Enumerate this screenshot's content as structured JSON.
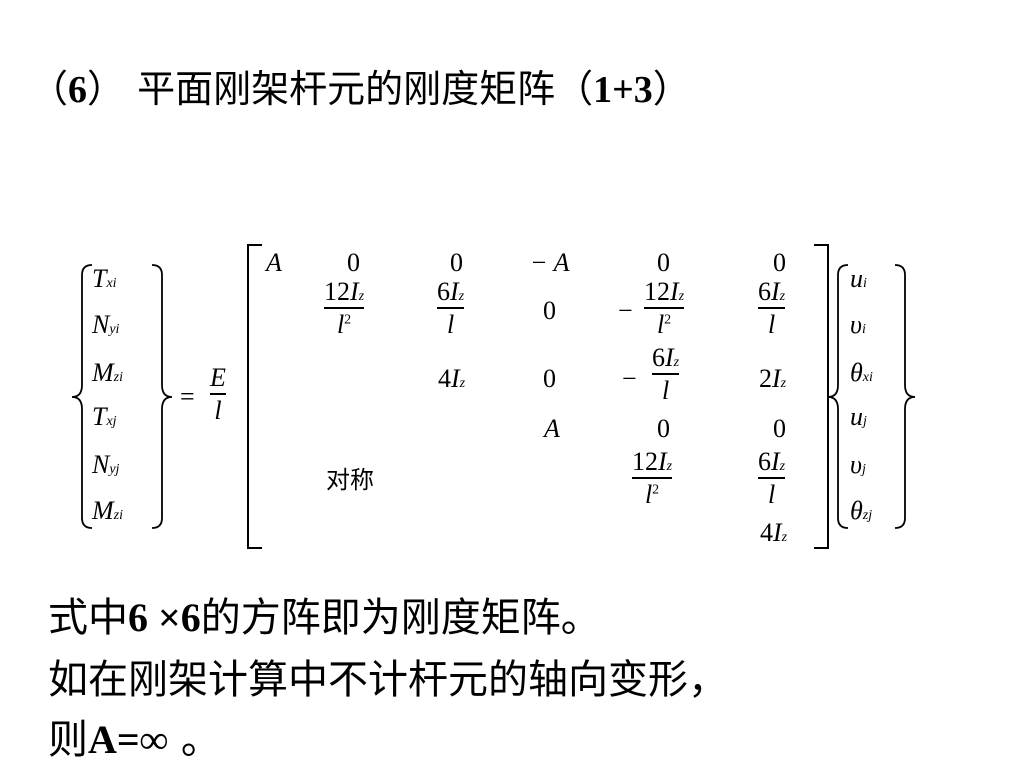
{
  "title": {
    "prefix": "（",
    "num": "6",
    "mid": "） 平面刚架杆元的刚度矩阵（",
    "suffix_num": "1+3",
    "end": "）"
  },
  "equation": {
    "lhs_vector": [
      {
        "sym": "T",
        "sub": "xi"
      },
      {
        "sym": "N",
        "sub": "yi"
      },
      {
        "sym": "M",
        "sub": "zi"
      },
      {
        "sym": "T",
        "sub": "xj"
      },
      {
        "sym": "N",
        "sub": "yj"
      },
      {
        "sym": "M",
        "sub": "zi"
      }
    ],
    "equals": "=",
    "coef_num": "E",
    "coef_den": "l",
    "row1": [
      "A",
      "0",
      "0",
      "− A",
      "0",
      "0"
    ],
    "sym_label": "对称",
    "rhs_vector": [
      {
        "sym": "u",
        "sub": "i"
      },
      {
        "sym": "υ",
        "sub": "i"
      },
      {
        "sym": "θ",
        "sub": "xi"
      },
      {
        "sym": "u",
        "sub": "j"
      },
      {
        "sym": "υ",
        "sub": "j"
      },
      {
        "sym": "θ",
        "sub": "zj"
      }
    ]
  },
  "body": {
    "line1_a": "式中",
    "line1_b": "6 ×6",
    "line1_c": "的方阵即为刚度矩阵。",
    "line2": "如在刚架计算中不计杆元的轴向变形，",
    "line3_a": "则",
    "line3_b": "A=∞",
    "line3_c": " 。"
  }
}
